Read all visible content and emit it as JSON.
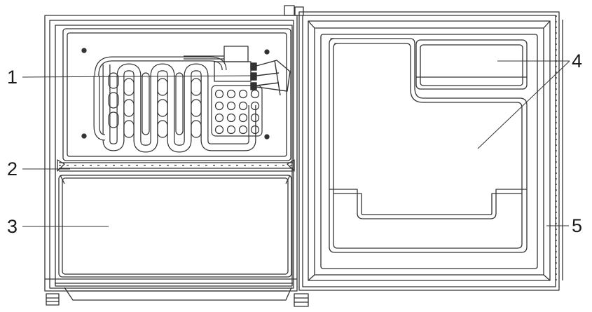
{
  "callouts": [
    {
      "id": "1",
      "label": "1"
    },
    {
      "id": "2",
      "label": "2"
    },
    {
      "id": "3",
      "label": "3"
    },
    {
      "id": "4",
      "label": "4"
    },
    {
      "id": "5",
      "label": "5"
    }
  ],
  "colors": {
    "line": "#333333",
    "background": "#ffffff"
  }
}
